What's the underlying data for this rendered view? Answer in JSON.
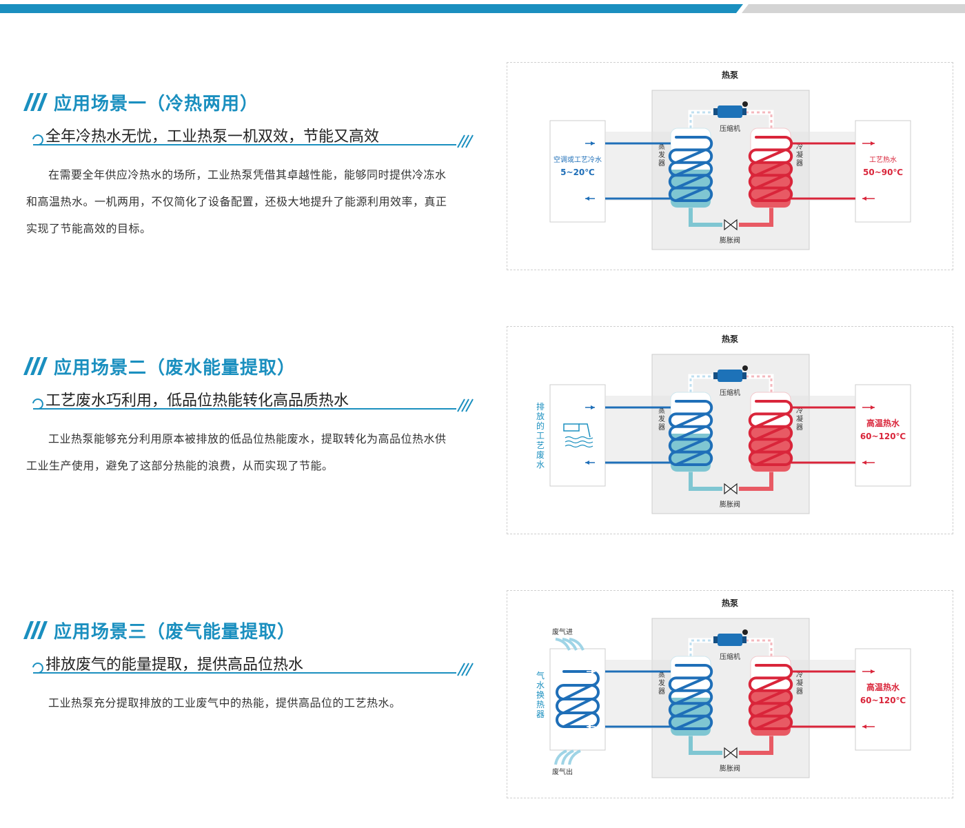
{
  "colors": {
    "accent": "#1a8fbf",
    "cold": "#1f6fb8",
    "hot": "#d9253a",
    "evap_fill": "#7fc6d2",
    "cond_fill": "#e85a64",
    "box": "#eeeeee"
  },
  "scenarios": [
    {
      "title": "应用场景一（冷热两用）",
      "subtitle": "全年冷热水无忧，工业热泵一机双效，节能又高效",
      "body": "在需要全年供应冷热水的场所，工业热泵凭借其卓越性能，能够同时提供冷冻水和高温热水。一机两用，不仅简化了设备配置，还极大地提升了能源利用效率，真正实现了节能高效的目标。",
      "diagram": {
        "header": "热泵",
        "compressor": "压缩机",
        "valve": "膨胀阀",
        "evaporator": "蒸发器",
        "condenser": "冷凝器",
        "left_label1": "空调或工艺冷水",
        "left_label2": "5~20℃",
        "right_label1": "工艺热水",
        "right_label2": "50~90℃"
      }
    },
    {
      "title": "应用场景二（废水能量提取）",
      "subtitle": "工艺废水巧利用，低品位热能转化高品质热水",
      "body": "工业热泵能够充分利用原本被排放的低品位热能废水，提取转化为高品位热水供工业生产使用，避免了这部分热能的浪费，从而实现了节能。",
      "diagram": {
        "header": "热泵",
        "compressor": "压缩机",
        "valve": "膨胀阀",
        "evaporator": "蒸发器",
        "condenser": "冷凝器",
        "left_vertical": "排放的工艺废水",
        "right_label1": "高温热水",
        "right_label2": "60~120℃"
      }
    },
    {
      "title": "应用场景三（废气能量提取）",
      "subtitle": "排放废气的能量提取，提供高品位热水",
      "body": "工业热泵充分提取排放的工业废气中的热能，提供高品位的工艺热水。",
      "diagram": {
        "header": "热泵",
        "compressor": "压缩机",
        "valve": "膨胀阀",
        "evaporator": "蒸发器",
        "condenser": "冷凝器",
        "left_vertical": "气水换热器",
        "gas_in": "废气进",
        "gas_out": "废气出",
        "right_label1": "高温热水",
        "right_label2": "60~120℃"
      }
    }
  ]
}
